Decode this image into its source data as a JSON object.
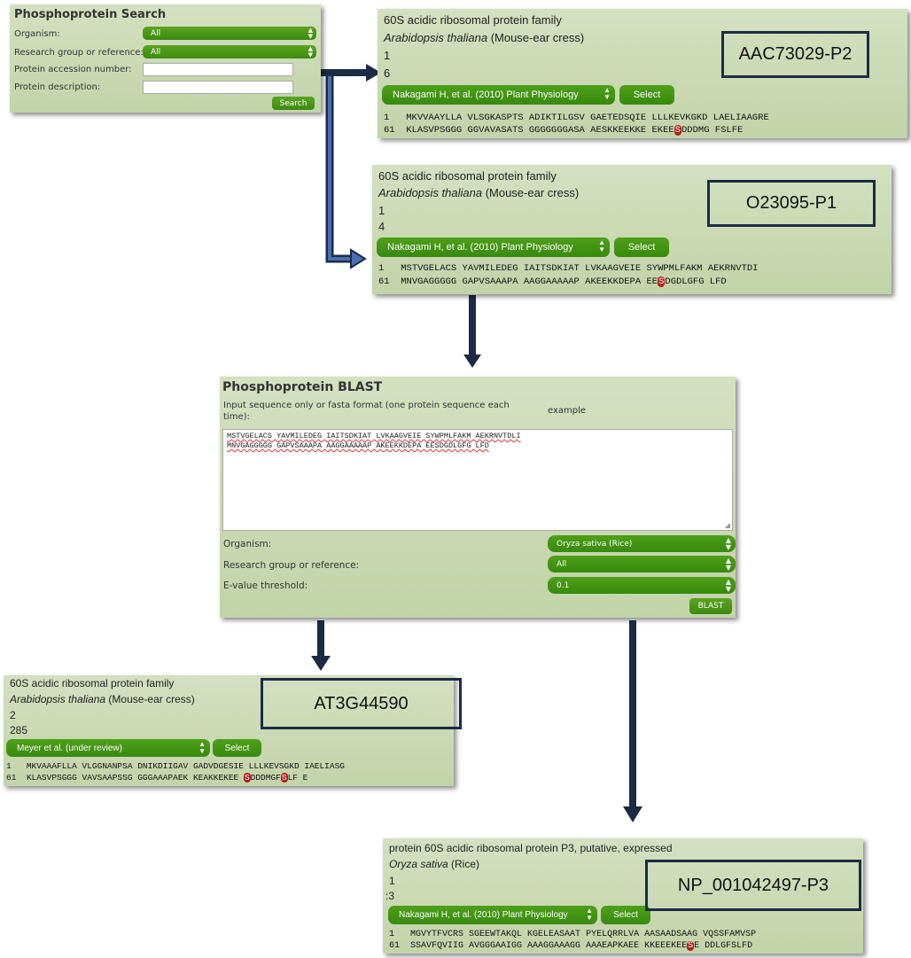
{
  "search": {
    "title": "Phosphoprotein Search",
    "organism_label": "Organism:",
    "organism_value": "All",
    "research_label": "Research group or reference:",
    "research_value": "All",
    "accession_label": "Protein accession number:",
    "description_label": "Protein description:",
    "search_button": "Search"
  },
  "cards": [
    {
      "family": "60S acidic ribosomal protein family",
      "species": "Arabidopsis thaliana",
      "common": " (Mouse-ear cress)",
      "line1": "1",
      "line2": "6",
      "reference": "Nakagami H, et al. (2010) Plant Physiology",
      "select": "Select",
      "seq1_num": "1",
      "seq1": "MKVVAAYLLA VLSGKASPTS ADIKTILGSV GAETEDSQIE LLLKEVKGKD LAELIAAGRE",
      "seq2_num": "61",
      "seq2_pre": "KLASVPSGGG GGVAVASATS GGGGGGGASA AESKKEEKKE EKEE",
      "seq2_phos": "S",
      "seq2_post": "DDDMG FSLFE",
      "id": "AAC73029-P2"
    },
    {
      "family": "60S acidic ribosomal protein family",
      "species": "Arabidopsis thaliana",
      "common": " (Mouse-ear cress)",
      "line1": "1",
      "line2": "4",
      "reference": "Nakagami H, et al. (2010) Plant Physiology",
      "select": "Select",
      "seq1_num": "1",
      "seq1": "MSTVGELACS YAVMILEDEG IAITSDKIAT LVKAAGVEIE SYWPMLFAKM AEKRNVTDI",
      "seq2_num": "61",
      "seq2_pre": "MNVGAGGGGG GAPVSAAAPA AAGGAAAAAP AKEEKKDEPA EE",
      "seq2_phos": "S",
      "seq2_post": "DGDLGFG LFD",
      "id": "O23095-P1"
    },
    {
      "family": "60S acidic ribosomal protein family",
      "species": "Arabidopsis thaliana",
      "common": " (Mouse-ear cress)",
      "line1": "2",
      "line2": "285",
      "reference": "Meyer et al. (under review)",
      "select": "Select",
      "seq1_num": "1",
      "seq1": "MKVAAAFLLA VLGGNANPSA DNIKDIIGAV GADVDGESIE LLLKEVSGKD IAELIASG",
      "seq2_num": "61",
      "seq2_pre": "KLASVPSGGG VAVSAAPSSG GGGAAAPAEK KEAKKEKEE ",
      "seq2_phos": "S",
      "seq2_mid": "DDDMGF",
      "seq2_phos2": "S",
      "seq2_post": "LF E",
      "id": "AT3G44590"
    },
    {
      "family": "protein 60S acidic ribosomal protein P3, putative, expressed",
      "species": "Oryza sativa",
      "common": " (Rice)",
      "line1": "1",
      "line2": ":3",
      "reference": "Nakagami H, et al. (2010) Plant Physiology",
      "select": "Select",
      "seq1_num": "1",
      "seq1": "MGVYTFVCRS SGEEWTAKQL KGELEASAAT PYELQRRLVA AASAADSAAG VQSSFAMVSP",
      "seq2_num": "61",
      "seq2_pre": "SSAVFQVIIG AVGGGAAIGG AAAGGAAAGG AAAEAPKAEE KKEEEKEE",
      "seq2_phos": "S",
      "seq2_post": "E DDLGFSLFD",
      "id": "NP_001042497-P3"
    }
  ],
  "blast": {
    "title": "Phosphoprotein BLAST",
    "instructions": "Input sequence only or fasta format (one protein sequence each time):",
    "example": "example",
    "input_line1": "MSTVGELACS YAVMILEDEG IAITSDKIAT LVKAAGVEIE SYWPMLFAKM AEKRNVTDLI",
    "input_line2": "MNVGAGGGGG GAPVSAAAPA AAGGAAAAAP AKEEKKDEPA EESDGDLGFG LFD",
    "organism_label": "Organism:",
    "organism_value": "Oryza sativa (Rice)",
    "research_label": "Research group or reference:",
    "research_value": "All",
    "evalue_label": "E-value threshold:",
    "evalue_value": "0.1",
    "blast_button": "BLAST"
  },
  "colors": {
    "panel": "#c8d8b0",
    "button_green": "#4a9a18",
    "arrow_navy": "#1c2b45",
    "arrow_blue": "#4a6fb0",
    "phospho_red": "#b71c1c"
  }
}
